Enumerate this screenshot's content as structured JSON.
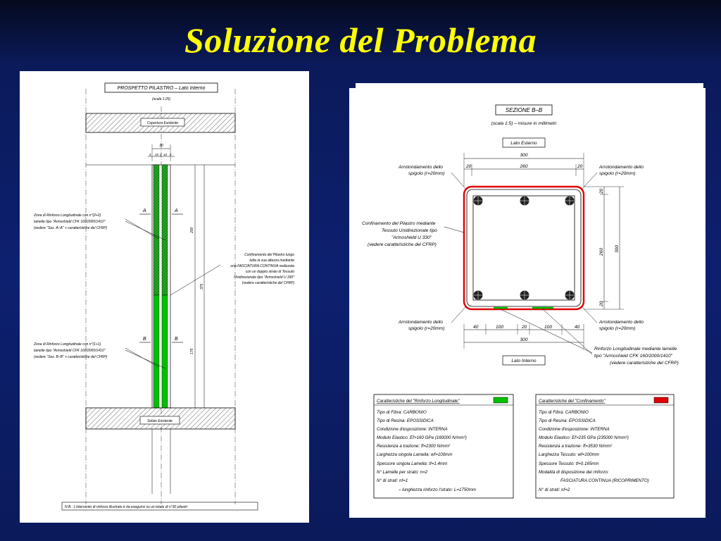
{
  "slide": {
    "title": "Soluzione del Problema"
  },
  "left_drawing": {
    "title": "PROSPETTO PILASTRO – Lato Interno",
    "scale": "(scala 1:25)",
    "top_slab": "Copertura Esistente",
    "bottom_slab": "Solaio Esistente",
    "width_dim": "30",
    "sub_dims": [
      "4",
      "10",
      "2",
      "10",
      "4"
    ],
    "dim_200": "200",
    "dim_375": "375",
    "dim_175": "175",
    "section_A": "A",
    "section_B": "B",
    "zone_upper": [
      "Zona di Rinforzo Longitudinale con n°(2+2)",
      "lamelle tipo \"Armoshield CFK 160/2000/1410\"",
      "(vedere \"Sez. A–A\" + caratteristiche del CFRP)"
    ],
    "zone_lower": [
      "Zona di Rinforzo Longitudinale con n°(1+1)",
      "lamelle tipo \"Armoshield CFK 160/2000/1410\"",
      "(vedere \"Sez. B–B\" + caratteristiche del CFRP)"
    ],
    "confinement_note": [
      "Confinamento del Pilastro lungo",
      "tutta la sua altezza mediante",
      "una FASCIATURA CONTINUA realizzata",
      "con un doppio strato di Tessuto",
      "Unidirezionale tipo \"Armoshield U 330\"",
      "(vedere caratteristiche del CFRP)"
    ],
    "footnote": "N.B.: L'intervento di rinforzo illustrato è da eseguirsi su un totale di n°30 pilastri"
  },
  "right_drawing": {
    "title": "SEZIONE B–B",
    "scale": "(scala 1:5)   –   misure in millimetri",
    "side_top": "Lato Esterno",
    "side_bottom": "Lato Interno",
    "dim_top_total": "300",
    "dim_top_parts": [
      "20",
      "260",
      "20"
    ],
    "dim_bottom_total": "300",
    "dim_bottom_parts": [
      "40",
      "100",
      "20",
      "100",
      "40"
    ],
    "dim_right_inner": "260",
    "dim_right_outer": "300",
    "dim_right_small_top": "20",
    "dim_right_small_bottom": "20",
    "corner_note_line1": "Arrotondamento dello",
    "corner_note_line2": "spigolo (r=20mm)",
    "confinement_note": [
      "Confinamento del Pilastro mediante",
      "Tessuto Unidirezionale tipo",
      "\"Armoshield U 330\"",
      "(vedere caratteristiche del CFRP)"
    ],
    "reinforcement_note": [
      "Rinforzo Longitudinale mediante lamelle",
      "tipo \"Armoshield CFK 160/2000/1410\"",
      "(vedere caratteristiche del CFRP)"
    ]
  },
  "legend_longitudinal": {
    "header": "Caratteristiche del \"Rinforzo Longitudinale\"",
    "swatch_color": "#00c000",
    "lines": [
      "Tipo di Fibra: CARBONIO",
      "Tipo di Resina: EPOSSIDICA",
      "Condizione d'esposizione: INTERNA",
      "Modulo Elastico: Ef>160 GPa (160000 N/mm²)",
      "Resistenza a trazione: ff=2300 N/mm²",
      "Larghezza singola Lamella: wf=100mm",
      "Spessore singola Lamella: tf=1.4mm",
      "N° Lamelle per strato: n=2",
      "N° di strati: nf=1",
      "– lunghezza rinforzo l'strato: L=1750mm"
    ]
  },
  "legend_confinement": {
    "header": "Caratteristiche del \"Confinamento\"",
    "swatch_color": "#e00000",
    "lines": [
      "Tipo di Fibra: CARBONIO",
      "Tipo di Resina: EPOSSIDICA",
      "Condizione d'esposizione: INTERNA",
      "Modulo Elastico: Ef>235 GPa (235000 N/mm²)",
      "Resistenza a trazione: ff=3530 N/mm²",
      "Larghezza Tessuto: wf=100mm",
      "Spessore Tessuto: tf=0.165mm",
      "Modalità di disposizione del rinforzo:",
      "FASCIATURA CONTINUA (RICOPRIMENTO)",
      "N° di strati: nf=2"
    ]
  }
}
